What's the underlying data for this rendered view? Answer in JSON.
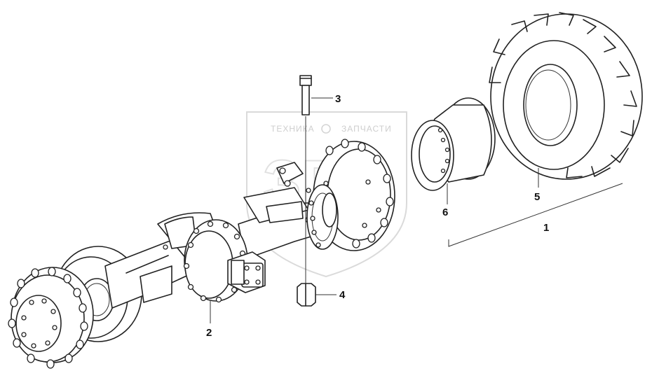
{
  "diagram": {
    "callouts": [
      {
        "id": "1",
        "text": "1"
      },
      {
        "id": "2",
        "text": "2"
      },
      {
        "id": "3",
        "text": "3"
      },
      {
        "id": "4",
        "text": "4"
      },
      {
        "id": "5",
        "text": "5"
      },
      {
        "id": "6",
        "text": "6"
      }
    ],
    "parts": [
      "axle-assembly",
      "wheel-hub",
      "differential-carrier",
      "bolt",
      "nut",
      "tire",
      "rim"
    ]
  },
  "watermark": {
    "left_text": "ТЕХНИКА",
    "right_text": "ЗАПЧАСТИ",
    "logo_letters": "ЗПЧ"
  }
}
